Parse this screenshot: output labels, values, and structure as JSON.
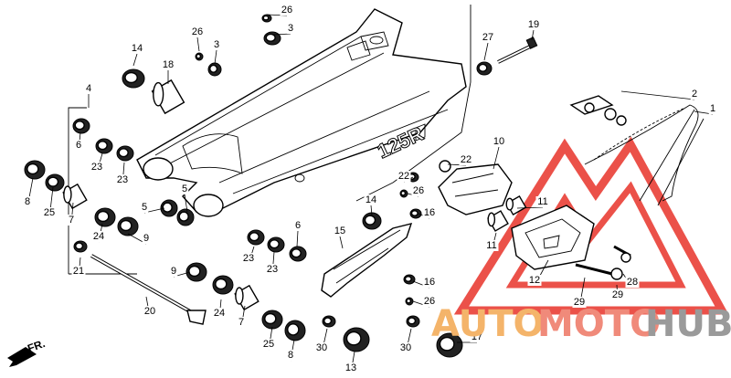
{
  "frame_stamp": "125R",
  "direction_label": "FR.",
  "watermark": {
    "part1": "AUTO",
    "part2": "MOTO",
    "part3": "HUB",
    "color1": "#f4b46a",
    "color2": "#f08a7a",
    "color3": "#9a9a9a",
    "logo_color": "#e8332a"
  },
  "callouts": [
    {
      "id": "c1",
      "text": "1"
    },
    {
      "id": "c2",
      "text": "2"
    },
    {
      "id": "c3a",
      "text": "3"
    },
    {
      "id": "c3b",
      "text": "3"
    },
    {
      "id": "c4",
      "text": "4"
    },
    {
      "id": "c5a",
      "text": "5"
    },
    {
      "id": "c5b",
      "text": "5"
    },
    {
      "id": "c6a",
      "text": "6"
    },
    {
      "id": "c6b",
      "text": "6"
    },
    {
      "id": "c7a",
      "text": "7"
    },
    {
      "id": "c7b",
      "text": "7"
    },
    {
      "id": "c8a",
      "text": "8"
    },
    {
      "id": "c8b",
      "text": "8"
    },
    {
      "id": "c9a",
      "text": "9"
    },
    {
      "id": "c9b",
      "text": "9"
    },
    {
      "id": "c10",
      "text": "10"
    },
    {
      "id": "c11a",
      "text": "11"
    },
    {
      "id": "c11b",
      "text": "11"
    },
    {
      "id": "c12",
      "text": "12"
    },
    {
      "id": "c13",
      "text": "13"
    },
    {
      "id": "c14a",
      "text": "14"
    },
    {
      "id": "c14b",
      "text": "14"
    },
    {
      "id": "c15",
      "text": "15"
    },
    {
      "id": "c16a",
      "text": "16"
    },
    {
      "id": "c16b",
      "text": "16"
    },
    {
      "id": "c17",
      "text": "17"
    },
    {
      "id": "c18",
      "text": "18"
    },
    {
      "id": "c19",
      "text": "19"
    },
    {
      "id": "c20",
      "text": "20"
    },
    {
      "id": "c21",
      "text": "21"
    },
    {
      "id": "c22a",
      "text": "22"
    },
    {
      "id": "c22b",
      "text": "22"
    },
    {
      "id": "c23a",
      "text": "23"
    },
    {
      "id": "c23b",
      "text": "23"
    },
    {
      "id": "c23c",
      "text": "23"
    },
    {
      "id": "c23d",
      "text": "23"
    },
    {
      "id": "c24a",
      "text": "24"
    },
    {
      "id": "c24b",
      "text": "24"
    },
    {
      "id": "c25a",
      "text": "25"
    },
    {
      "id": "c25b",
      "text": "25"
    },
    {
      "id": "c26a",
      "text": "26"
    },
    {
      "id": "c26b",
      "text": "26"
    },
    {
      "id": "c26c",
      "text": "26"
    },
    {
      "id": "c26d",
      "text": "26"
    },
    {
      "id": "c27",
      "text": "27"
    },
    {
      "id": "c28",
      "text": "28"
    },
    {
      "id": "c29a",
      "text": "29"
    },
    {
      "id": "c29b",
      "text": "29"
    },
    {
      "id": "c30a",
      "text": "30"
    },
    {
      "id": "c30b",
      "text": "30"
    }
  ]
}
